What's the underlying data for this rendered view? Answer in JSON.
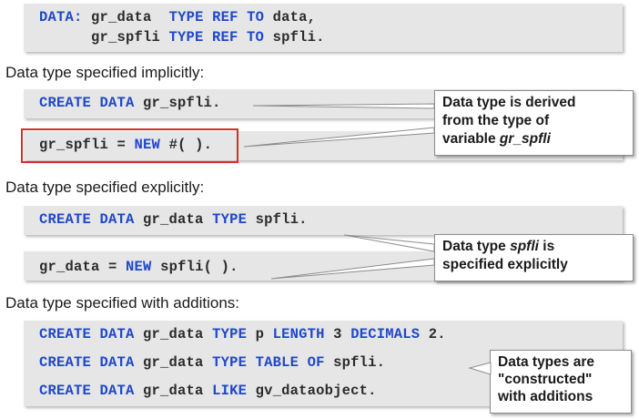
{
  "declaration": {
    "line1": {
      "kw1": "DATA:",
      "var": "gr_data",
      "kw2": "TYPE REF TO",
      "type": "data,"
    },
    "line2": {
      "var": "gr_spfli",
      "kw": "TYPE REF TO",
      "type": "spfli."
    }
  },
  "section_implicit": {
    "heading": "Data type specified implicitly:",
    "stmt1": {
      "kw": "CREATE DATA",
      "rest": "gr_spfli."
    },
    "stmt2": {
      "var": "gr_spfli =",
      "kw": "NEW",
      "rest": "#( )."
    },
    "callout": {
      "line1": "Data type is derived",
      "line2": "from the type of",
      "line3_prefix": "variable ",
      "line3_italic": "gr_spfli"
    }
  },
  "section_explicit": {
    "heading": "Data type specified explicitly:",
    "stmt1": {
      "kw1": "CREATE DATA",
      "var": "gr_data",
      "kw2": "TYPE",
      "rest": "spfli."
    },
    "stmt2": {
      "var": "gr_data =",
      "kw": "NEW",
      "rest": "spfli( )."
    },
    "callout": {
      "line1_prefix": "Data type ",
      "line1_italic": "spfli",
      "line1_suffix": " is",
      "line2": "specified explicitly"
    }
  },
  "section_additions": {
    "heading": "Data type specified with additions:",
    "stmt1": {
      "kw1": "CREATE DATA",
      "var": "gr_data",
      "kw2": "TYPE",
      "t1": "p",
      "kw3": "LENGTH",
      "n1": "3",
      "kw4": "DECIMALS",
      "n2": "2."
    },
    "stmt2": {
      "kw1": "CREATE DATA",
      "var": "gr_data",
      "kw2": "TYPE TABLE OF",
      "rest": "spfli."
    },
    "stmt3": {
      "kw1": "CREATE DATA",
      "var": "gr_data",
      "kw2": "LIKE",
      "rest": "gv_dataobject."
    },
    "callout": {
      "line1": "Data types are",
      "line2": "\"constructed\"",
      "line3": "with additions"
    }
  },
  "colors": {
    "keyword": "#1f47c9",
    "code": "#2b2b2b",
    "highlight_border": "#d32f2f",
    "box_bg": "#e6e6e6"
  }
}
